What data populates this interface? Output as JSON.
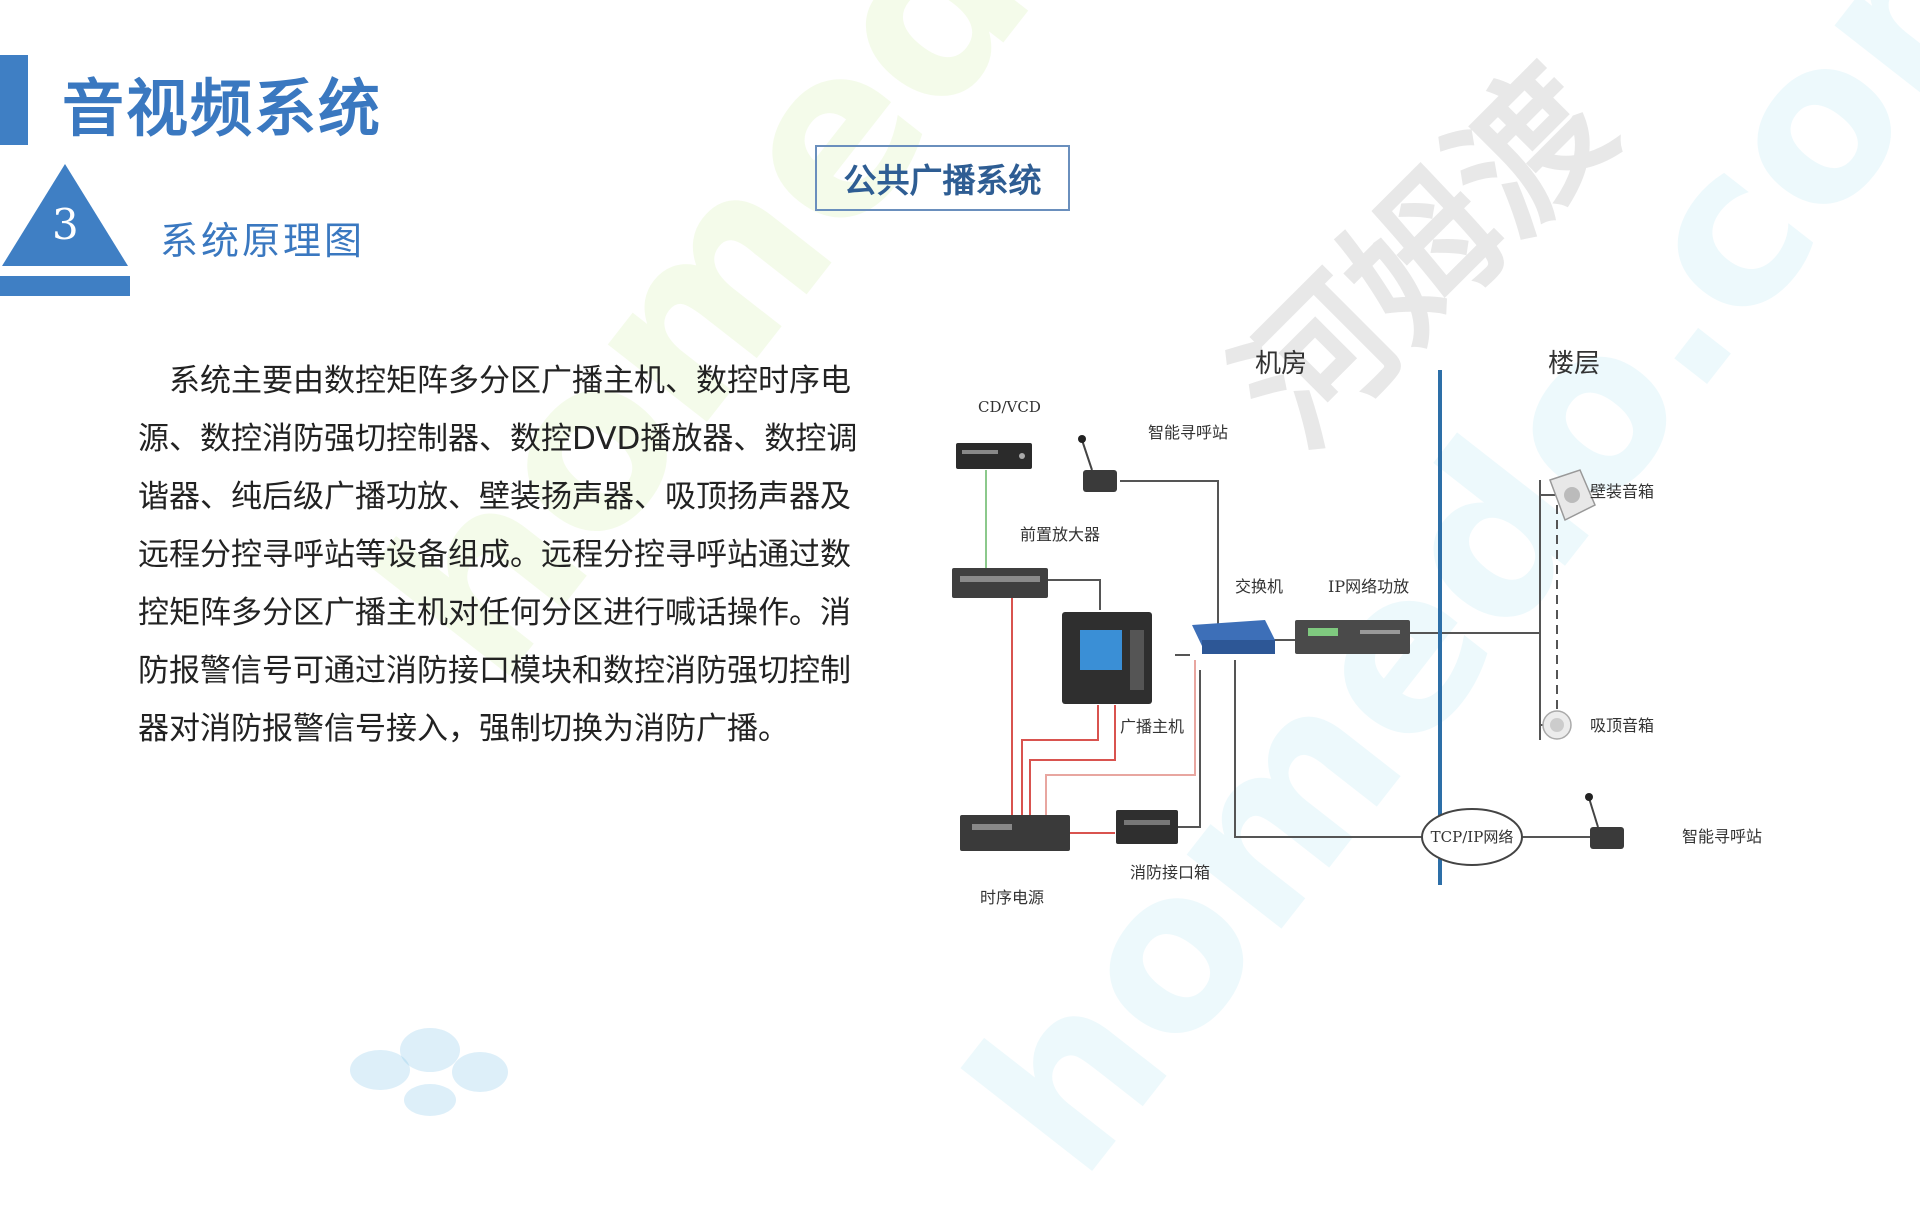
{
  "page": {
    "title": "音视频系统",
    "section_number": "3",
    "section_title": "系统原理图",
    "subsystem_title": "公共广播系统",
    "description": "　系统主要由数控矩阵多分区广播主机、数控时序电源、数控消防强切控制器、数控DVD播放器、数控调谐器、纯后级广播功放、壁装扬声器、吸顶扬声器及远程分控寻呼站等设备组成。远程分控寻呼站通过数控矩阵多分区广播主机对任何分区进行喊话操作。消防报警信号可通过消防接口模块和数控消防强切控制器对消防报警信号接入，强制切换为消防广播。"
  },
  "watermarks": {
    "site": "homedo.com",
    "brand": "河姆渡"
  },
  "diagram": {
    "zones": {
      "machine_room": "机房",
      "floor": "楼层"
    },
    "devices": {
      "cd_vcd": "CD/VCD",
      "paging_station_room": "智能寻呼站",
      "preamp": "前置放大器",
      "switch": "交换机",
      "ip_amplifier": "IP网络功放",
      "host": "广播主机",
      "sequencer": "时序电源",
      "fire_box": "消防接口箱",
      "wall_speaker": "壁装音箱",
      "ceiling_speaker": "吸顶音箱",
      "network": "TCP/IP网络",
      "paging_station_floor": "智能寻呼站"
    }
  },
  "colors": {
    "accent": "#3f7fc4",
    "title": "#3a78c0",
    "divider": "#2d6fa8",
    "red_line": "#d9534f",
    "green_line": "#8cc98c"
  }
}
